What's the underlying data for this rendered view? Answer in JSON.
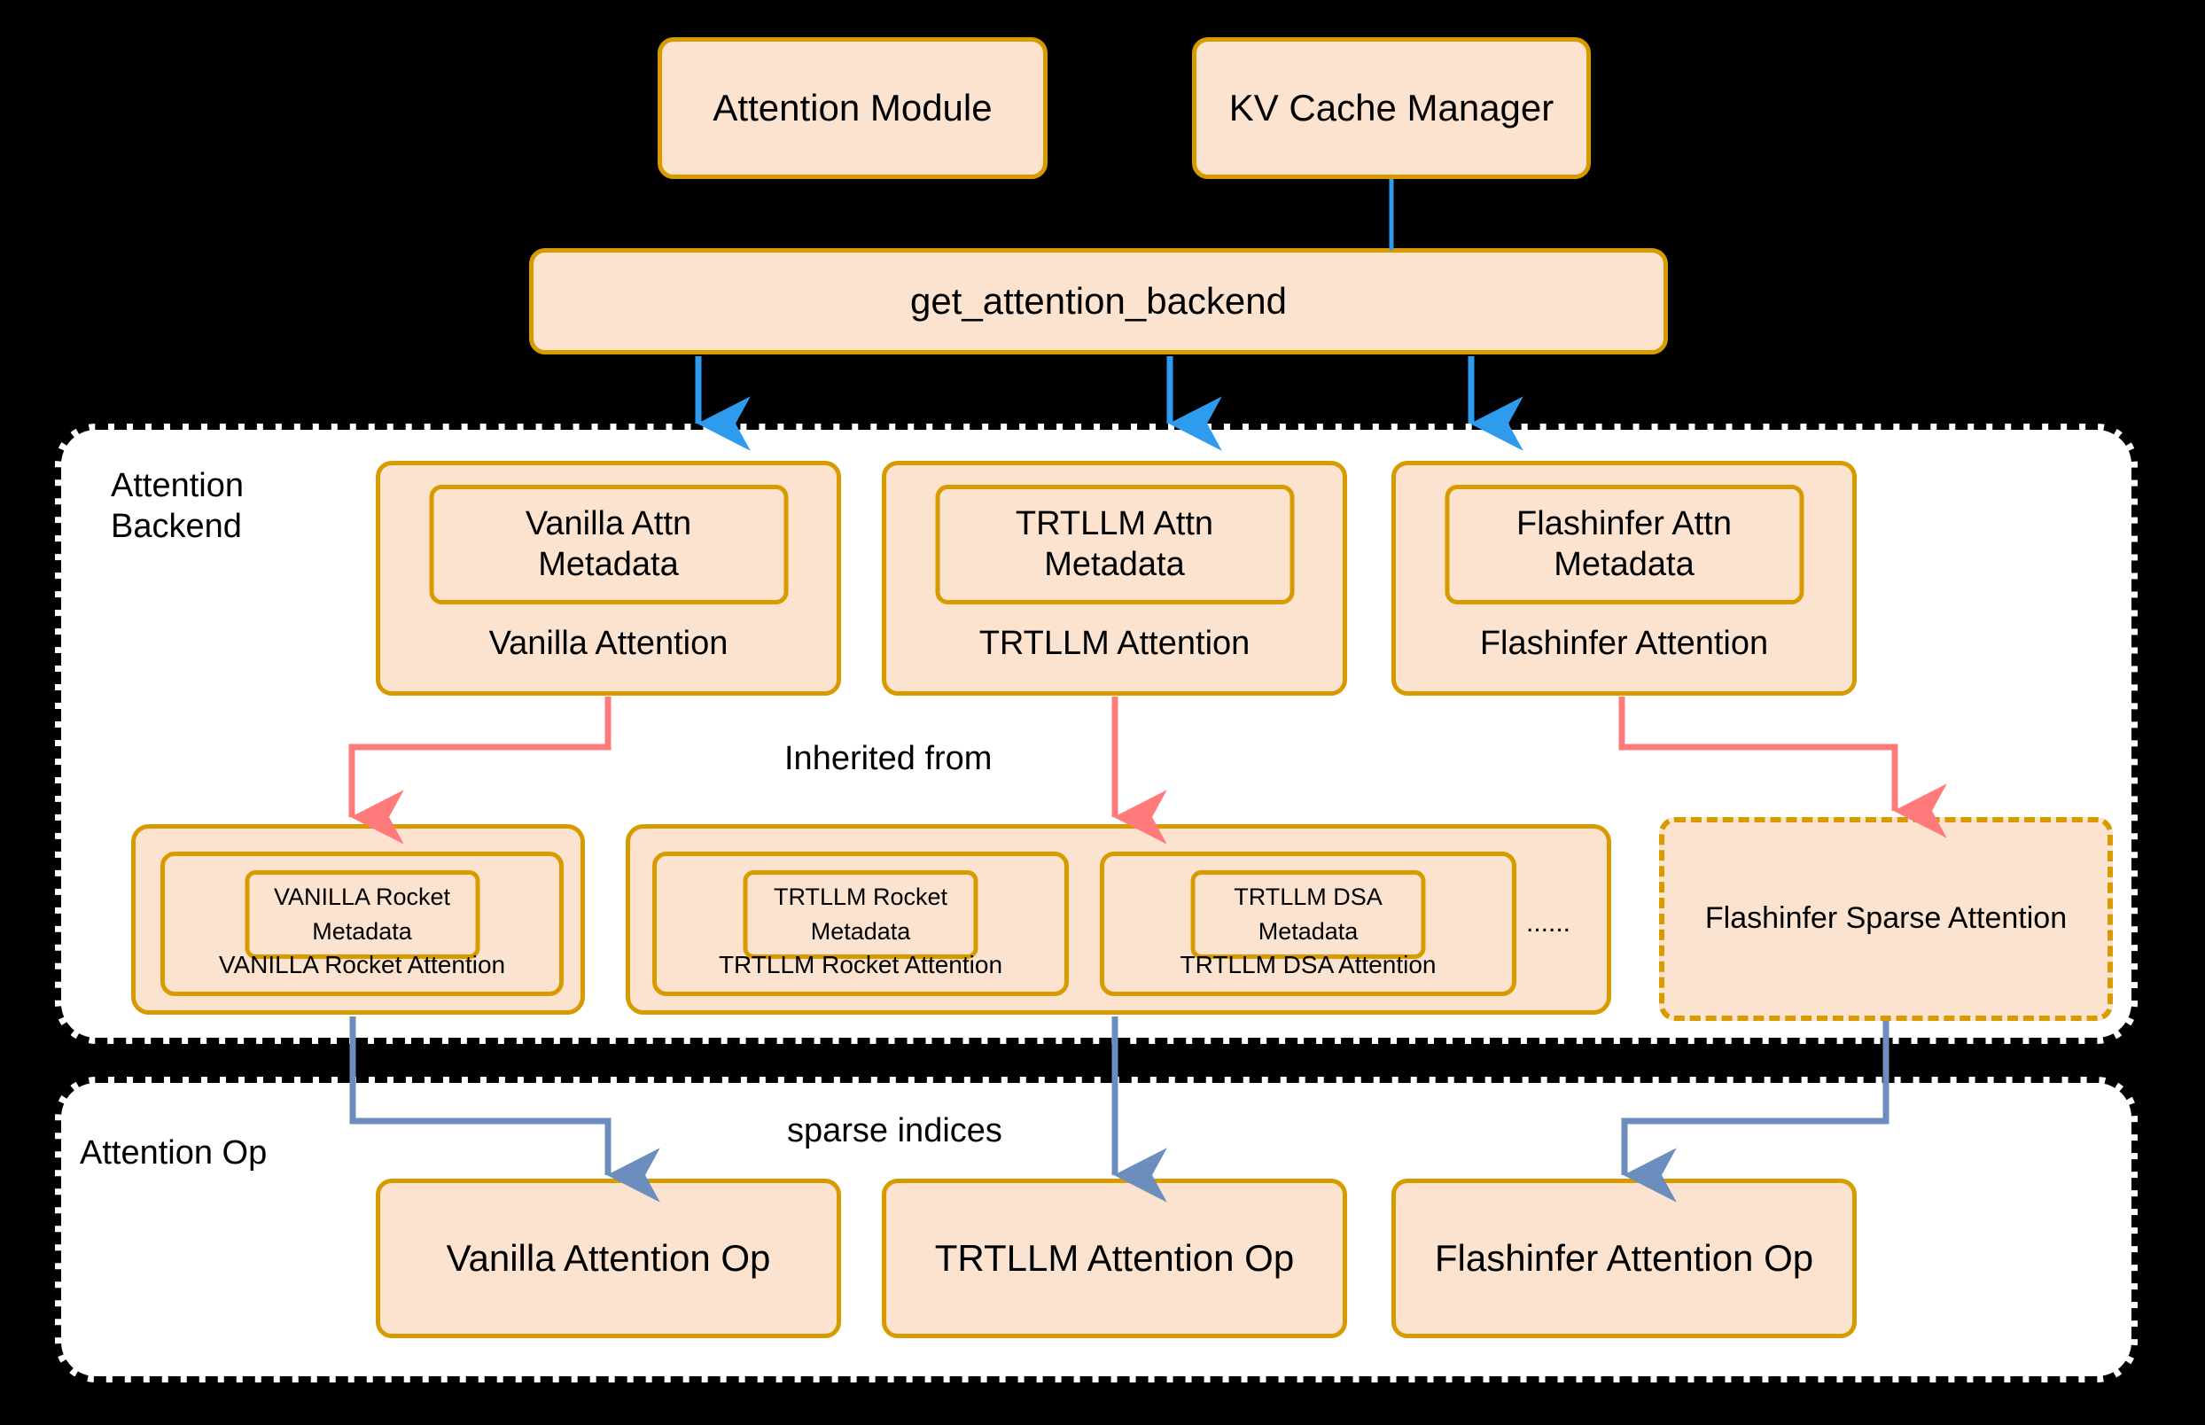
{
  "top": {
    "attention_module": "Attention Module",
    "kv_cache_manager": "KV Cache Manager",
    "get_attention_backend": "get_attention_backend"
  },
  "backend_section": {
    "title": "Attention\nBackend",
    "cards": [
      {
        "metadata": "Vanilla Attn\nMetadata",
        "name": "Vanilla Attention"
      },
      {
        "metadata": "TRTLLM Attn\nMetadata",
        "name": "TRTLLM Attention"
      },
      {
        "metadata": "Flashinfer Attn\nMetadata",
        "name": "Flashinfer Attention"
      }
    ],
    "sparse": {
      "vanilla_group": [
        {
          "metadata_line1": "VANILLA Rocket",
          "metadata_line2": "Metadata",
          "name": "VANILLA Rocket Attention"
        }
      ],
      "trtllm_group": [
        {
          "metadata_line1": "TRTLLM Rocket",
          "metadata_line2": "Metadata",
          "name": "TRTLLM Rocket Attention"
        },
        {
          "metadata_line1": "TRTLLM DSA",
          "metadata_line2": "Metadata",
          "name": "TRTLLM DSA Attention"
        }
      ],
      "ellipsis": "......",
      "flashinfer_sparse": "Flashinfer Sparse Attention"
    }
  },
  "op_section": {
    "title": "Attention Op",
    "cards": [
      {
        "name": "Vanilla Attention Op"
      },
      {
        "name": "TRTLLM Attention Op"
      },
      {
        "name": "Flashinfer Attention Op"
      }
    ]
  },
  "edge_labels": {
    "inherited_from": "Inherited from",
    "sparse_indices": "sparse indices"
  },
  "colors": {
    "node_fill": "#FCE3CF",
    "node_border": "#D79B00",
    "arrow_blue_bright": "#2E9BEE",
    "arrow_blue_muted": "#6C8EBF",
    "arrow_red": "#FF7B7B",
    "section_fill": "#FFFFFF",
    "background": "#000000"
  }
}
